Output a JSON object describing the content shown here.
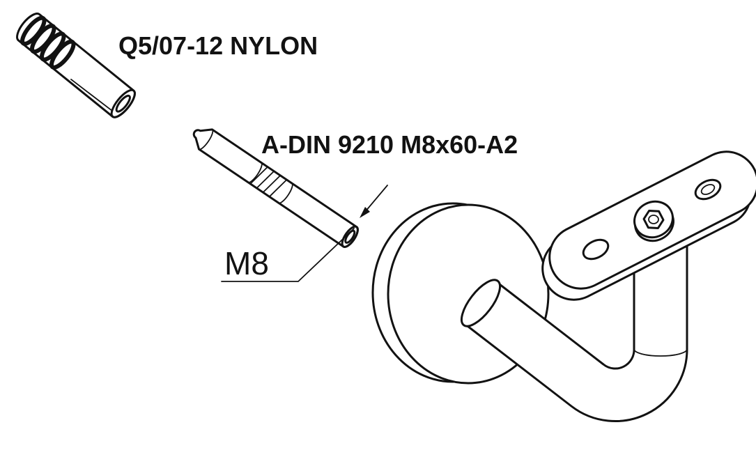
{
  "diagram": {
    "type": "technical-line-drawing",
    "subject": "handrail bracket mounting set",
    "colors": {
      "line": "#121212",
      "background": "#ffffff"
    },
    "labels": {
      "anchor": "Q5/07-12 NYLON",
      "stud": "A-DIN 9210 M8x60-A2",
      "dimension": "M8"
    },
    "parts": [
      {
        "name": "nylon-wall-anchor",
        "label": "Q5/07-12 NYLON"
      },
      {
        "name": "threaded-stud",
        "label": "A-DIN 9210 M8x60-A2",
        "thread_size": "M8"
      },
      {
        "name": "handrail-bracket",
        "label": ""
      }
    ]
  }
}
